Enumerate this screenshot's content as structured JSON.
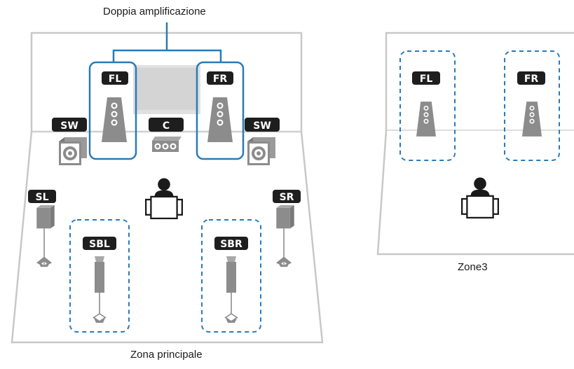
{
  "title": "Doppia amplificazione",
  "main_zone": {
    "caption": "Zona principale",
    "speakers": {
      "fl": "FL",
      "fr": "FR",
      "sw_left": "SW",
      "sw_right": "SW",
      "center": "C",
      "sl": "SL",
      "sr": "SR",
      "sbl": "SBL",
      "sbr": "SBR"
    }
  },
  "zone3": {
    "caption": "Zone3",
    "speakers": {
      "fl": "FL",
      "fr": "FR"
    }
  },
  "colors": {
    "room_border": "#c8c8c8",
    "speaker_gray": "#8c8c8c",
    "label_bg": "#1e1e1e",
    "bi_amp_blue": "#2a7ab8",
    "dashed_blue": "#2a7ab8",
    "tv": "#e0e0e0"
  },
  "icons": [
    "tower-speaker-icon",
    "subwoofer-icon",
    "center-speaker-icon",
    "surround-speaker-icon",
    "stand-speaker-icon",
    "listener-icon",
    "tv-screen-icon"
  ]
}
